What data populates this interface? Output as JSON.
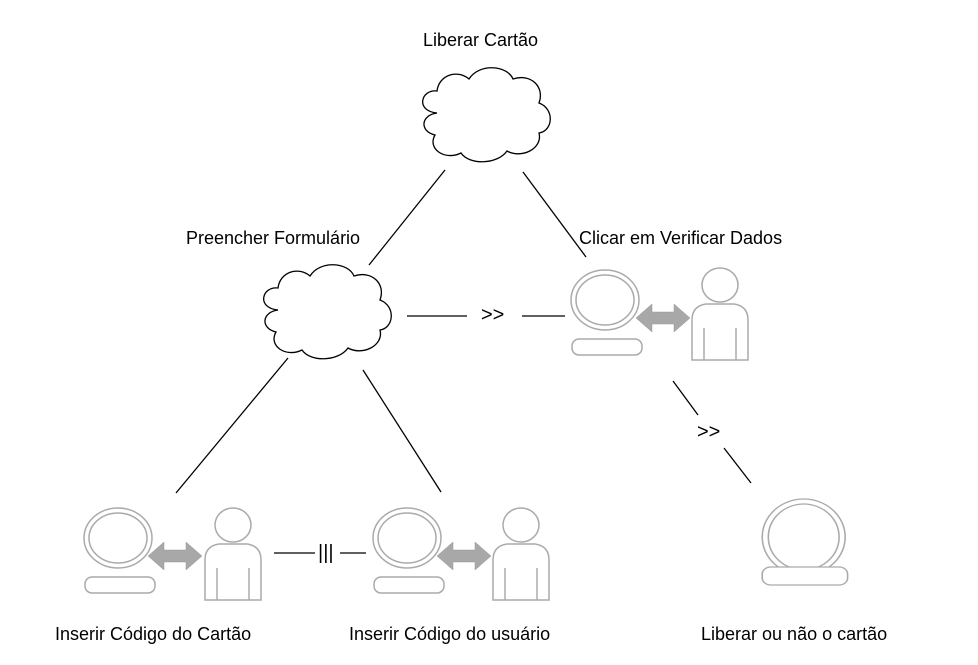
{
  "nodes": {
    "root": {
      "label": "Liberar Cartão"
    },
    "form": {
      "label": "Preencher Formulário"
    },
    "verify": {
      "label": "Clicar em Verificar Dados"
    },
    "card_code": {
      "label": "Inserir Código do Cartão"
    },
    "user_code": {
      "label": "Inserir Código do usuário"
    },
    "release": {
      "label": "Liberar ou não o cartão"
    }
  },
  "operators": {
    "enable_form_verify": ">>",
    "enable_verify_release": ">>",
    "interleave": "|||"
  },
  "icons": {
    "abstract_task": "cloud-icon",
    "interaction_task": "computer-user-icon",
    "application_task": "computer-icon"
  },
  "colors": {
    "stroke": "#000000",
    "icon_gray": "#aaaaaa",
    "arrow_gray": "#a8a8a8"
  }
}
